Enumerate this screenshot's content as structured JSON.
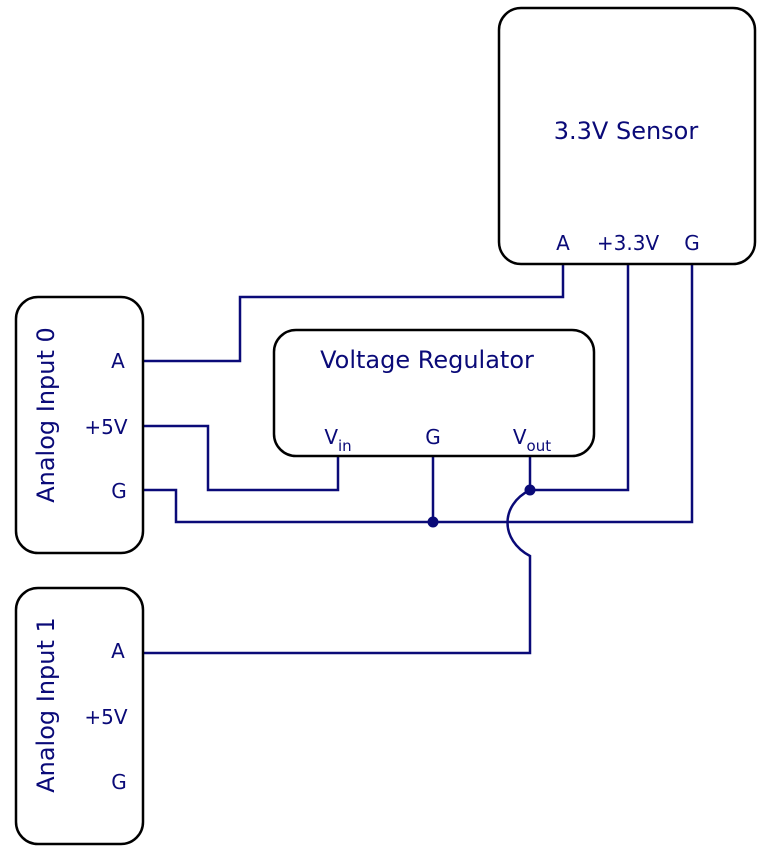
{
  "colors": {
    "wire": "#0a0a78",
    "box_border": "#000000",
    "text": "#0a0a78",
    "background": "#ffffff"
  },
  "sensor": {
    "title": "3.3V Sensor",
    "pins": {
      "a": "A",
      "v33": "+3.3V",
      "g": "G"
    }
  },
  "regulator": {
    "title": "Voltage Regulator",
    "pins": {
      "vin_main": "V",
      "vin_sub": "in",
      "g": "G",
      "vout_main": "V",
      "vout_sub": "out"
    }
  },
  "analog0": {
    "title": "Analog Input  0",
    "pins": {
      "a": "A",
      "v5": "+5V",
      "g": "G"
    }
  },
  "analog1": {
    "title": "Analog Input  1",
    "pins": {
      "a": "A",
      "v5": "+5V",
      "g": "G"
    }
  }
}
